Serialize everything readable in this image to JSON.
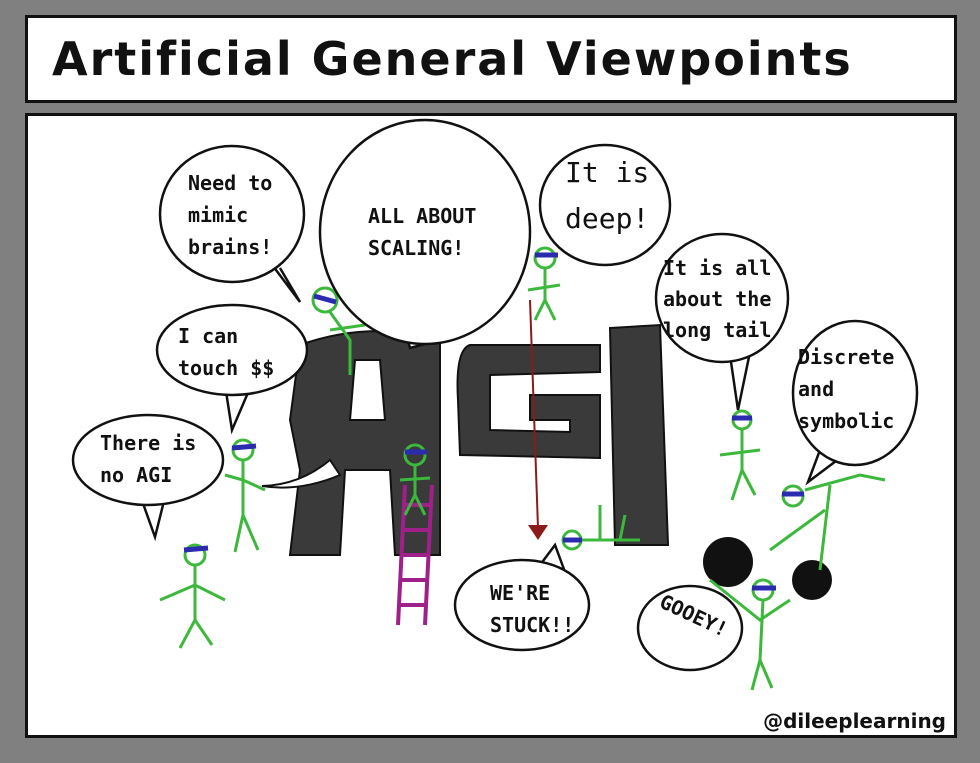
{
  "title": "Artificial General Viewpoints",
  "central_label": "AGI",
  "bubbles": {
    "mimic": [
      "Need to",
      "mimic",
      "brains!"
    ],
    "scaling": [
      "ALL ABOUT",
      "SCALING!"
    ],
    "deep": [
      "It is",
      "deep!"
    ],
    "long_tail": [
      "It is all",
      "about the",
      "long tail"
    ],
    "money": [
      "I can",
      "touch $$"
    ],
    "symbolic": [
      "Discrete",
      "and",
      "symbolic"
    ],
    "no_agi": [
      "There is",
      "no AGI"
    ],
    "stuck": [
      "WE'RE",
      "STUCK!!"
    ],
    "gooey": [
      "GOOEY!"
    ]
  },
  "credit": "@dileeplearning",
  "colors": {
    "figure": "#3cb83c",
    "blindfold": "#2b2bb0",
    "agi": "#3a3a3a",
    "ladder": "#a0208a",
    "background": "#808080"
  }
}
